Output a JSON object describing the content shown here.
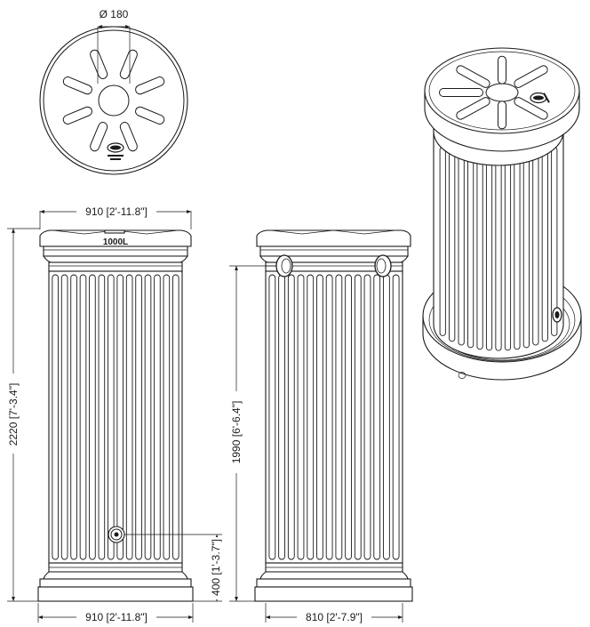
{
  "lid_top_view": {
    "diameter_label": "Ø 180"
  },
  "front_view": {
    "capacity_label": "1000L",
    "width_top_label": "910 [2'-11.8\"]",
    "width_bottom_label": "910 [2'-11.8\"]",
    "total_height_label": "2220 [7'-3.4\"]",
    "outlet_height_label": "400 [1'-3.7\"]"
  },
  "side_view": {
    "inlet_height_label": "1990 [6'-6.4\"]",
    "width_bottom_label": "810 [2'-7.9\"]"
  },
  "colors": {
    "line": "#1a1a1a",
    "background": "#ffffff"
  }
}
